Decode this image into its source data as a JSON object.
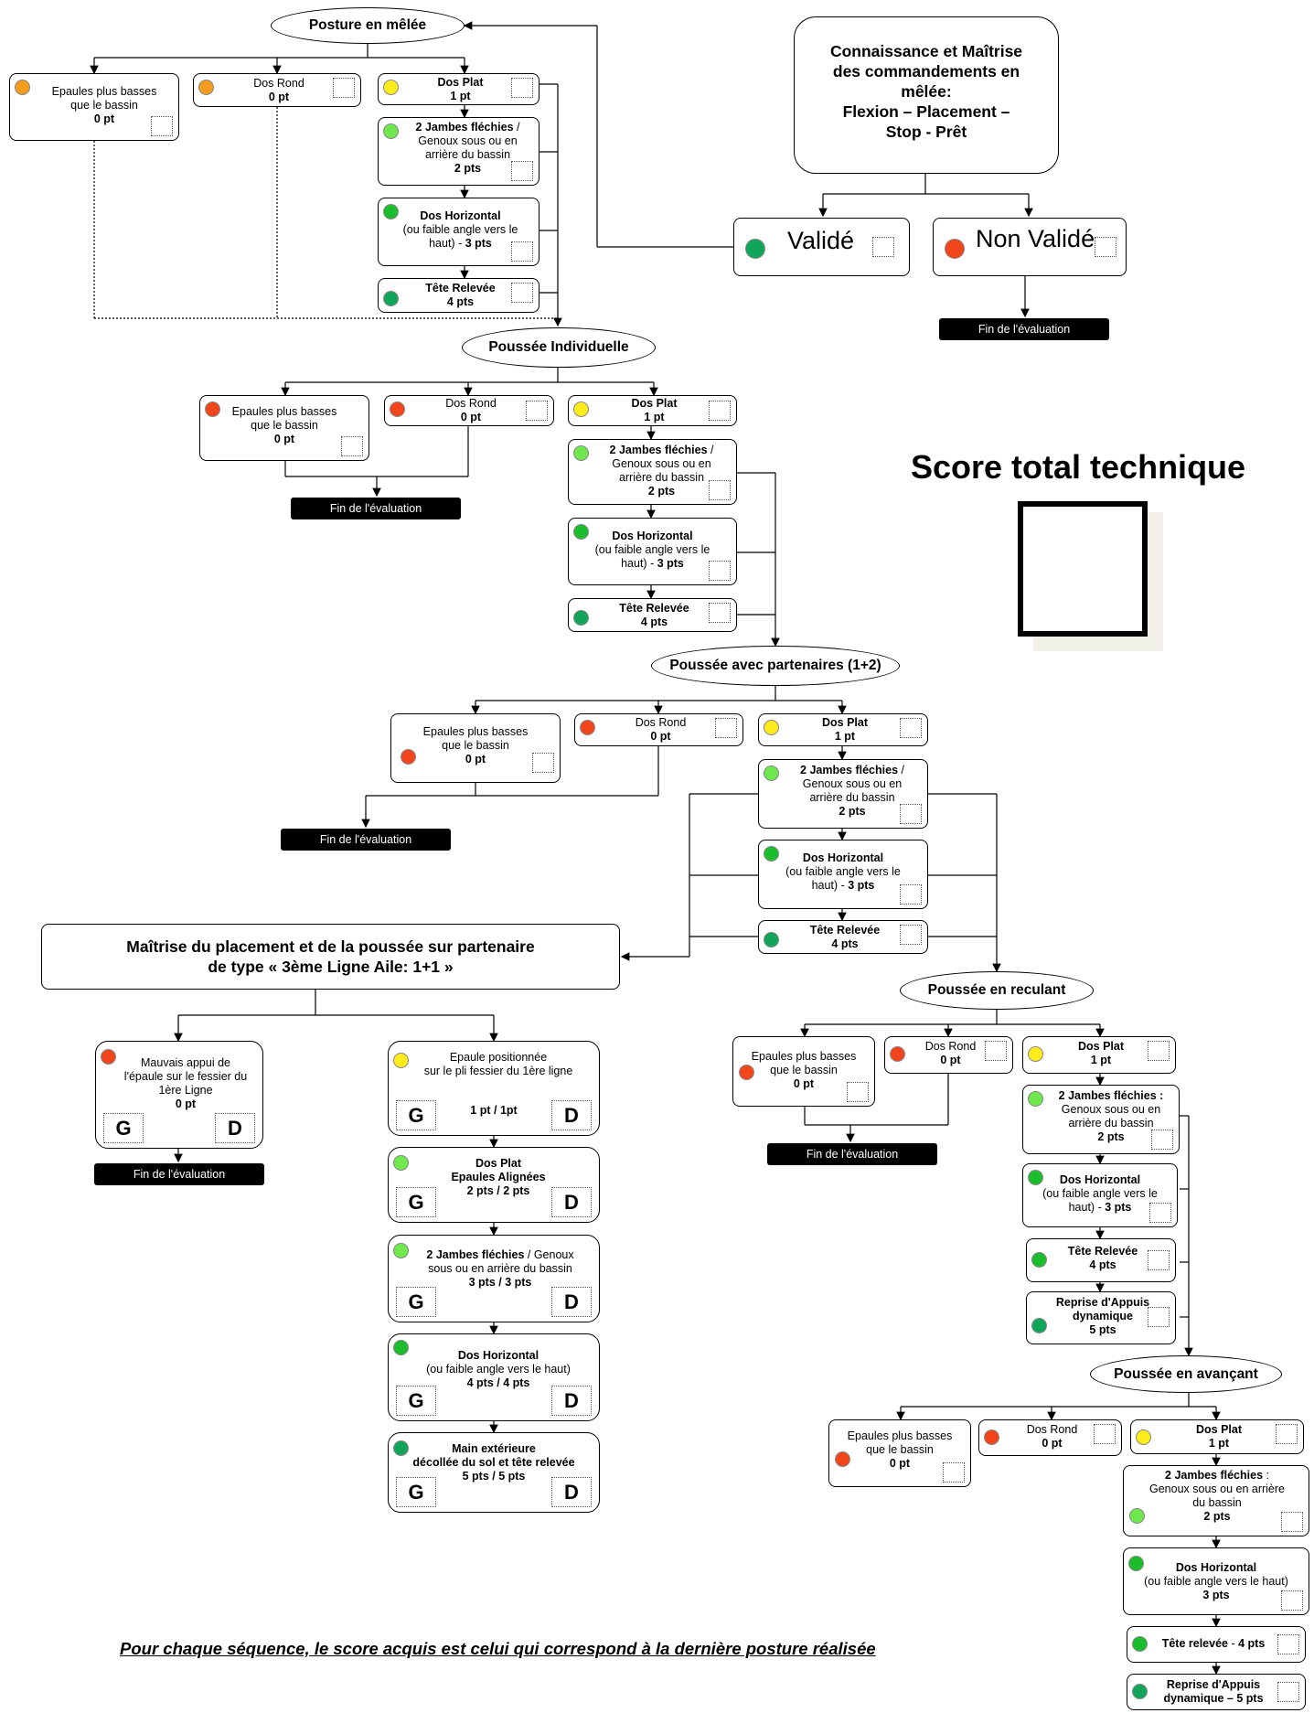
{
  "title_box": {
    "line1": "Connaissance et Maîtrise",
    "line2": "des commandements en",
    "line3": "mêlée:",
    "line4": "Flexion – Placement –",
    "line5": "Stop - Prêt"
  },
  "valide": {
    "label": "Validé"
  },
  "non_valide": {
    "label": "Non Validé"
  },
  "fin": "Fin de l'évaluation",
  "score_total": "Score total technique",
  "footer": "Pour chaque séquence, le score acquis est celui qui correspond à la dernière posture réalisée",
  "nodes": {
    "posture": "Posture en mêlée",
    "indiv": "Poussée Individuelle",
    "partenaires": "Poussée avec partenaires (1+2)",
    "reculant": "Poussée en reculant",
    "avancant": "Poussée en avançant"
  },
  "maitrise": {
    "line1": "Maîtrise du placement et de la poussée sur partenaire",
    "line2": "de type « 3ème Ligne Aile: 1+1 »"
  },
  "labels": {
    "epaules_a": "Epaules plus basses",
    "epaules_b": "que le bassin",
    "pt0": "0 pt",
    "pt1": "1 pt",
    "pts2": "2 pts",
    "pts3": "3 pts",
    "pts4": "4 pts",
    "pts5": "5 pts",
    "dos_rond": "Dos Rond",
    "dos_plat": "Dos Plat",
    "jambes_a": "2 Jambes fléchies",
    "jambes_b": "Genoux sous ou en",
    "jambes_c": "arrière du bassin",
    "horiz_a": "Dos Horizontal",
    "horiz_b": "(ou faible angle vers le",
    "horiz_c": "haut)",
    "horiz_pts": "3 pts",
    "tete": "Tête Relevée",
    "reprise_a": "Reprise d'Appuis",
    "reprise_b": "dynamique",
    "av_jambes": "2 Jambes fléchies",
    "av_jambes_b": "Genoux sous ou en arrière",
    "av_jambes_c": "du bassin",
    "av_horiz_b": "(ou faible angle vers le haut)",
    "av_tete": "Tête relevée",
    "av_tete_pts": "4 pts",
    "av_reprise_b": "dynamique – 5 pts"
  },
  "aile": {
    "mauvais_a": "Mauvais appui de",
    "mauvais_b": "l'épaule sur le fessier du",
    "mauvais_c": "1ère Ligne",
    "mauvais_pts": "0 pt",
    "epaule_a": "Epaule positionnée",
    "epaule_b": "sur le pli fessier du 1ère ligne",
    "epaule_pts": "1 pt / 1pt",
    "dosplat_a": "Dos Plat",
    "dosplat_b": "Epaules Alignées",
    "dosplat_pts": "2 pts / 2 pts",
    "jambes_a": "2 Jambes fléchies",
    "jambes_b": "sous ou en arrière du bassin",
    "jambes_pts": "3 pts  / 3 pts",
    "jambes_c": "Genoux",
    "horiz_a": "Dos Horizontal",
    "horiz_b": "(ou faible angle vers le haut)",
    "horiz_pts": "4 pts  / 4 pts",
    "main_a": "Main extérieure",
    "main_b": "décollée du sol et tête relevée",
    "main_pts": "5 pts / 5 pts",
    "G": "G",
    "D": "D"
  }
}
